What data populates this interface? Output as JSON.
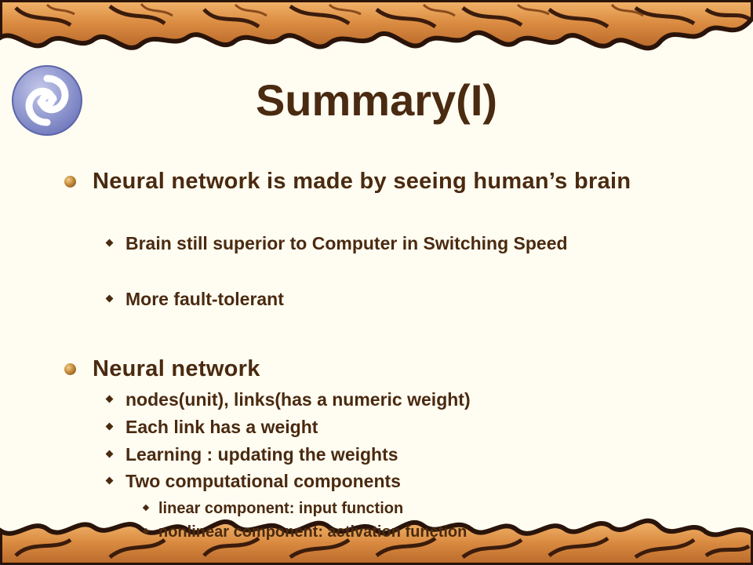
{
  "slide": {
    "title": "Summary(I)",
    "sections": [
      {
        "heading": "Neural network is made by seeing human’s brain",
        "items": [
          {
            "text": "Brain still superior to Computer in Switching Speed"
          },
          {
            "text": "More fault-tolerant"
          }
        ]
      },
      {
        "heading": "Neural network",
        "items": [
          {
            "text": "nodes(unit), links(has a numeric weight)"
          },
          {
            "text": "Each link has a weight"
          },
          {
            "text": "Learning : updating the weights"
          },
          {
            "text": "Two computational components",
            "subitems": [
              {
                "text": "linear component: input function"
              },
              {
                "text": "nonlinear component: activation function"
              }
            ]
          }
        ]
      }
    ]
  },
  "colors": {
    "background": "#fffdf2",
    "text": "#4a2a10",
    "border_light": "#e6a25c",
    "border_dark": "#2a140a",
    "logo_blue": "#7f87c8"
  },
  "icons": {
    "logo": "swirl-logo-icon",
    "level1_bullet": "bronze-ball-bullet-icon",
    "level2_bullet": "diamond-bullet-icon"
  }
}
